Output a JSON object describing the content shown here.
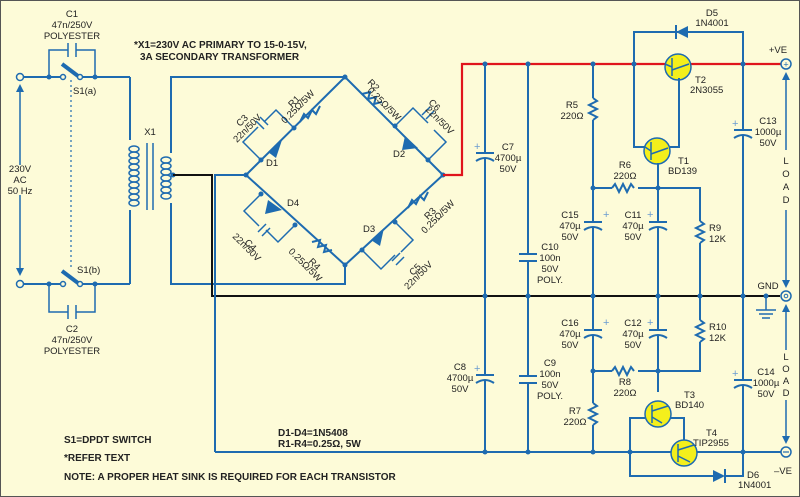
{
  "title_note": [
    "*X1=230V AC PRIMARY TO 15-0-15V,",
    "3A SECONDARY TRANSFORMER"
  ],
  "mains": {
    "lines": [
      "230V",
      "AC",
      "50 Hz"
    ]
  },
  "switch": {
    "a": "S1(a)",
    "b": "S1(b)"
  },
  "transformer": {
    "label": "X1"
  },
  "components": {
    "C1": [
      "C1",
      "47n/250V",
      "POLYESTER"
    ],
    "C2": [
      "C2",
      "47n/250V",
      "POLYESTER"
    ],
    "C3": [
      "C3",
      "22n/50V"
    ],
    "C4": [
      "C4",
      "22n/50V"
    ],
    "C5": [
      "C5",
      "22n/50V"
    ],
    "C6": [
      "C6",
      "22n/50V"
    ],
    "R1": [
      "R1",
      "0.25Ω/5W"
    ],
    "R2": [
      "R2",
      "0.25Ω/5W"
    ],
    "R3": [
      "R3",
      "0.25Ω/5W"
    ],
    "R4": [
      "R4",
      "0.25Ω/5W"
    ],
    "D1": "D1",
    "D2": "D2",
    "D3": "D3",
    "D4": "D4",
    "C7": [
      "C7",
      "4700µ",
      "50V"
    ],
    "C8": [
      "C8",
      "4700µ",
      "50V"
    ],
    "C9": [
      "C9",
      "100n",
      "50V",
      "POLY."
    ],
    "C10": [
      "C10",
      "100n",
      "50V",
      "POLY."
    ],
    "R5": [
      "R5",
      "220Ω"
    ],
    "R6": [
      "R6",
      "220Ω"
    ],
    "R7": [
      "R7",
      "220Ω"
    ],
    "R8": [
      "R8",
      "220Ω"
    ],
    "R9": [
      "R9",
      "12K"
    ],
    "R10": [
      "R10",
      "12K"
    ],
    "C11": [
      "C11",
      "470µ",
      "50V"
    ],
    "C12": [
      "C12",
      "470µ",
      "50V"
    ],
    "C15": [
      "C15",
      "470µ",
      "50V"
    ],
    "C16": [
      "C16",
      "470µ",
      "50V"
    ],
    "C13": [
      "C13",
      "1000µ",
      "50V"
    ],
    "C14": [
      "C14",
      "1000µ",
      "50V"
    ],
    "T1": [
      "T1",
      "BD139"
    ],
    "T2": [
      "T2",
      "2N3055"
    ],
    "T3": [
      "T3",
      "BD140"
    ],
    "T4": [
      "T4",
      "TIP2955"
    ],
    "D5": [
      "D5",
      "1N4001"
    ],
    "D6": [
      "D6",
      "1N4001"
    ]
  },
  "outputs": {
    "pos": "+VE",
    "gnd": "GND",
    "neg": "–VE",
    "load": [
      "L",
      "O",
      "A",
      "D"
    ]
  },
  "notes": {
    "diodes": "D1-D4=1N5408",
    "resistors": "R1-R4=0.25Ω, 5W",
    "switch": "S1=DPDT SWITCH",
    "refer": "*REFER TEXT",
    "heatsink": "NOTE: A PROPER HEAT SINK IS REQUIRED FOR EACH TRANSISTOR"
  },
  "colors": {
    "wire": "#1e6bb0",
    "positive_rail": "#e0141c",
    "ground_rail": "#111111",
    "transistor": "#f4ef1c",
    "background": "#fdfbd8"
  }
}
